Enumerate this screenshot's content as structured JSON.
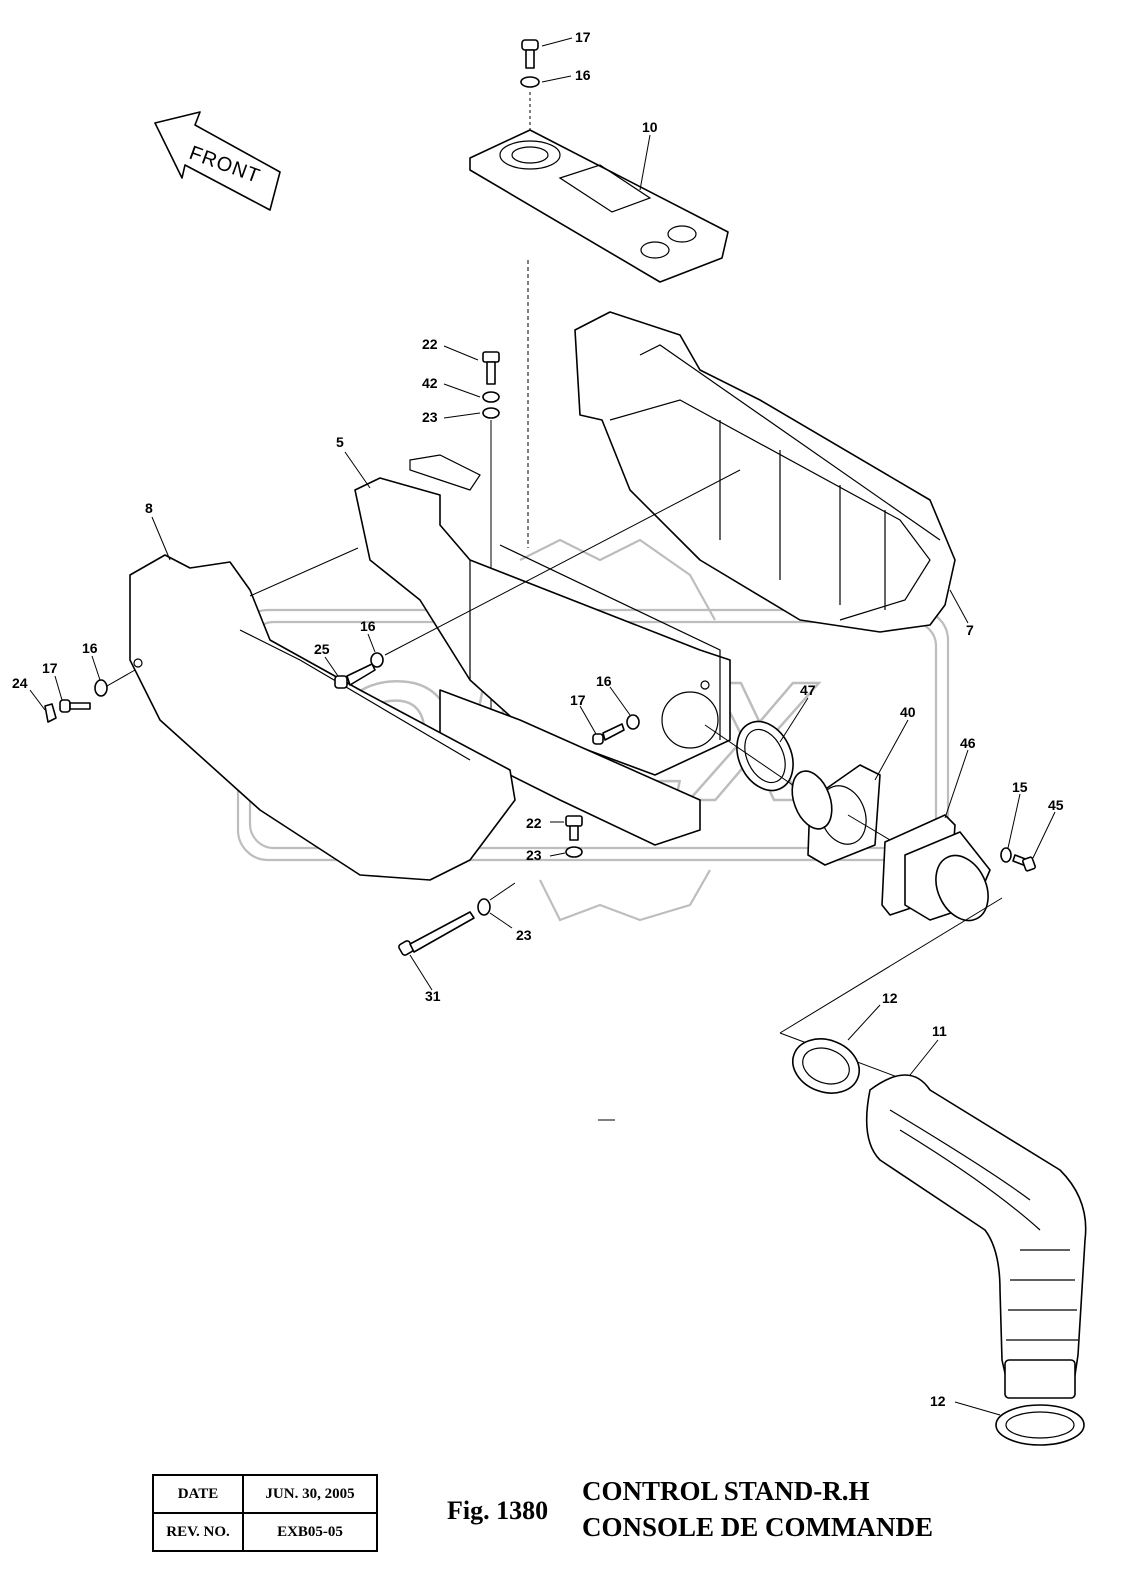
{
  "front_arrow_label": "FRONT",
  "watermark_text": "OPEX",
  "callouts": [
    {
      "id": "c17a",
      "label": "17"
    },
    {
      "id": "c16a",
      "label": "16"
    },
    {
      "id": "c10",
      "label": "10"
    },
    {
      "id": "c22a",
      "label": "22"
    },
    {
      "id": "c42",
      "label": "42"
    },
    {
      "id": "c23a",
      "label": "23"
    },
    {
      "id": "c5",
      "label": "5"
    },
    {
      "id": "c8",
      "label": "8"
    },
    {
      "id": "c7",
      "label": "7"
    },
    {
      "id": "c16b",
      "label": "16"
    },
    {
      "id": "c25",
      "label": "25"
    },
    {
      "id": "c17b",
      "label": "17"
    },
    {
      "id": "c16c",
      "label": "16"
    },
    {
      "id": "c24",
      "label": "24"
    },
    {
      "id": "c16d",
      "label": "16"
    },
    {
      "id": "c17c",
      "label": "17"
    },
    {
      "id": "c47",
      "label": "47"
    },
    {
      "id": "c40",
      "label": "40"
    },
    {
      "id": "c46",
      "label": "46"
    },
    {
      "id": "c15",
      "label": "15"
    },
    {
      "id": "c45",
      "label": "45"
    },
    {
      "id": "c22b",
      "label": "22"
    },
    {
      "id": "c23b",
      "label": "23"
    },
    {
      "id": "c23c",
      "label": "23"
    },
    {
      "id": "c31",
      "label": "31"
    },
    {
      "id": "c12a",
      "label": "12"
    },
    {
      "id": "c11",
      "label": "11"
    },
    {
      "id": "c12b",
      "label": "12"
    }
  ],
  "info_table": {
    "date_label": "DATE",
    "date_value": "JUN. 30, 2005",
    "rev_label": "REV. NO.",
    "rev_value": "EXB05-05"
  },
  "figure_number": "Fig. 1380",
  "title_en": "CONTROL STAND-R.H",
  "title_fr": "CONSOLE DE COMMANDE"
}
